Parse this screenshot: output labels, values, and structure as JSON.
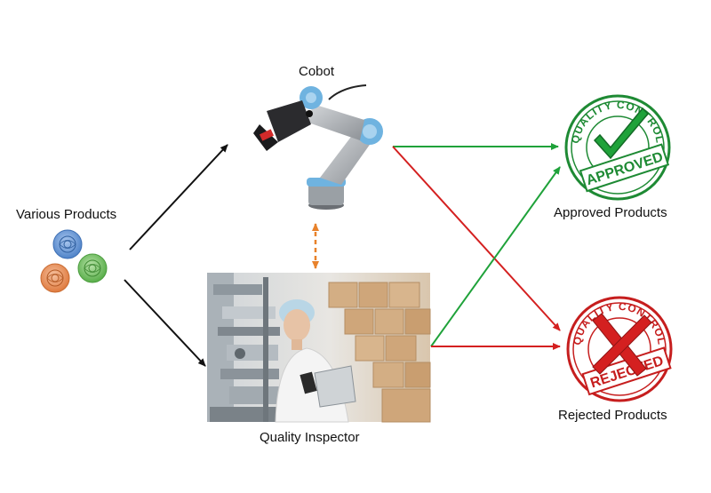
{
  "labels": {
    "cobot": "Cobot",
    "various_products": "Various Products",
    "quality_inspector": "Quality Inspector",
    "approved_products": "Approved Products",
    "rejected_products": "Rejected Products"
  },
  "stamps": {
    "approved": {
      "top_text": "QUALITY CONTROL",
      "bottom_text": "APPROVED"
    },
    "rejected": {
      "top_text": "QUALITY CONTROL",
      "bottom_text": "REJECTED"
    }
  },
  "colors": {
    "arrow_input": "#111111",
    "arrow_approved": "#1fa23a",
    "arrow_rejected": "#d42020",
    "arrow_bidirectional": "#e8822b",
    "stamp_green": "#1e8a34",
    "stamp_red": "#c61e1e",
    "product_blue": "#5b8fd0",
    "product_orange": "#e78a52",
    "product_green": "#6bbf5a"
  }
}
